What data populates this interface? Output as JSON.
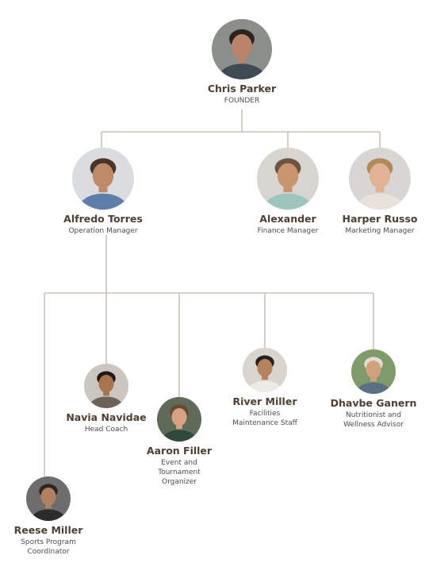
{
  "org": {
    "founder": {
      "name": "Chris Parker",
      "role": "FOUNDER",
      "photo": {
        "icon": "person-glasses-beard-icon",
        "bg": "#8b8f8a",
        "skin": "#b98467",
        "hair": "#2b2520",
        "shirt": "#3e4a55"
      }
    },
    "managers": [
      {
        "name": "Alfredo Torres",
        "role": "Operation Manager",
        "photo": {
          "icon": "person-smiling-icon",
          "bg": "#d9dde0",
          "skin": "#c08a66",
          "hair": "#4a3628",
          "shirt": "#5c7ea8"
        }
      },
      {
        "name": "Alexander",
        "role": "Finance Manager",
        "photo": {
          "icon": "person-icon",
          "bg": "#d8d5d0",
          "skin": "#c9956f",
          "hair": "#6b5440",
          "shirt": "#9cc6bd"
        }
      },
      {
        "name": "Harper Russo",
        "role": "Marketing Manager",
        "photo": {
          "icon": "person-long-hair-icon",
          "bg": "#d7d6d2",
          "skin": "#dfb393",
          "hair": "#b08a5b",
          "shirt": "#e7e3da"
        }
      }
    ],
    "staff": [
      {
        "name": "Reese Miller",
        "role": "Sports Program\nCoordinator",
        "photo": {
          "icon": "person-glasses-icon",
          "bg": "#6d6d6d",
          "skin": "#b0805f",
          "hair": "#2a2623",
          "shirt": "#2c2c2c"
        }
      },
      {
        "name": "Navia Navidae",
        "role": "Head Coach",
        "photo": {
          "icon": "person-icon",
          "bg": "#cbc7c0",
          "skin": "#a8754f",
          "hair": "#1f1a17",
          "shirt": "#6e6258"
        }
      },
      {
        "name": "Aaron Filler",
        "role": "Event and\nTournament\nOrganizer",
        "photo": {
          "icon": "person-curly-hair-icon",
          "bg": "#5e6b58",
          "skin": "#d5a283",
          "hair": "#6b4a32",
          "shirt": "#2e4a3a"
        }
      },
      {
        "name": "River Miller",
        "role": "Facilities\nMaintenance Staff",
        "photo": {
          "icon": "person-icon",
          "bg": "#d9d4cd",
          "skin": "#b5825d",
          "hair": "#252120",
          "shirt": "#ecebe6"
        }
      },
      {
        "name": "Dhavbe Ganern",
        "role": "Nutritionist and\nWellness Advisor",
        "photo": {
          "icon": "person-hat-icon",
          "bg": "#7d9c6a",
          "skin": "#d4a07a",
          "hair": "#e0ddd2",
          "shirt": "#5b6f86"
        }
      }
    ]
  },
  "colors": {
    "connector": "#c9c2b8",
    "name": "#4f3f31",
    "role": "#4d4d4d"
  }
}
